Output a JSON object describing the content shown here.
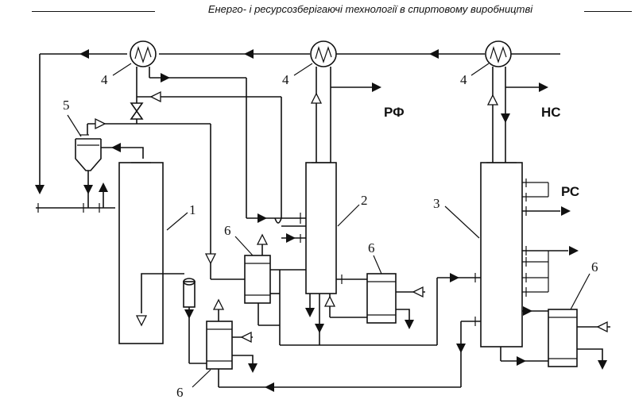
{
  "header": {
    "title": "Енерго- і ресурсозберігаючі технології в спиртовому виробництві"
  },
  "labels": {
    "column1": "1",
    "column2": "2",
    "column3": "3",
    "condenser": "4",
    "separator": "5",
    "heat_exchanger": "6"
  },
  "streams": {
    "rf": "РФ",
    "ns": "НС",
    "rs": "РС"
  }
}
